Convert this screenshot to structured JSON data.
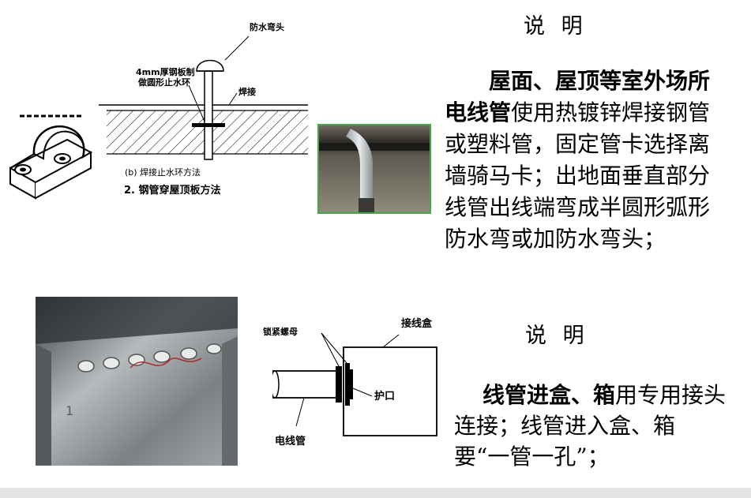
{
  "section1": {
    "heading": "说 明",
    "bold_text": "屋面、屋顶等室外场所电线管",
    "body_text": "使用热镀锌焊接钢管或塑料管，固定管卡选择离墙骑马卡；出地面垂直部分线管出线端弯成半圆形弧形防水弯或加防水弯头；"
  },
  "diagram1": {
    "label_cap": "防水弯头",
    "label_ring_line1": "4mm厚钢板制",
    "label_ring_line2": "做圆形止水环",
    "label_weld": "焊接",
    "sub_caption": "(b) 焊接止水环方法",
    "caption": "2. 钢管穿屋顶板方法"
  },
  "section2": {
    "heading": "说 明",
    "bold_text": "线管进盒、箱",
    "body_text": "用专用接头连接；线管进入盒、箱要“一管一孔”；"
  },
  "diagram2": {
    "label_nut": "锁紧螺母",
    "label_box": "接线盒",
    "label_guard": "护口",
    "label_conduit": "电线管"
  }
}
